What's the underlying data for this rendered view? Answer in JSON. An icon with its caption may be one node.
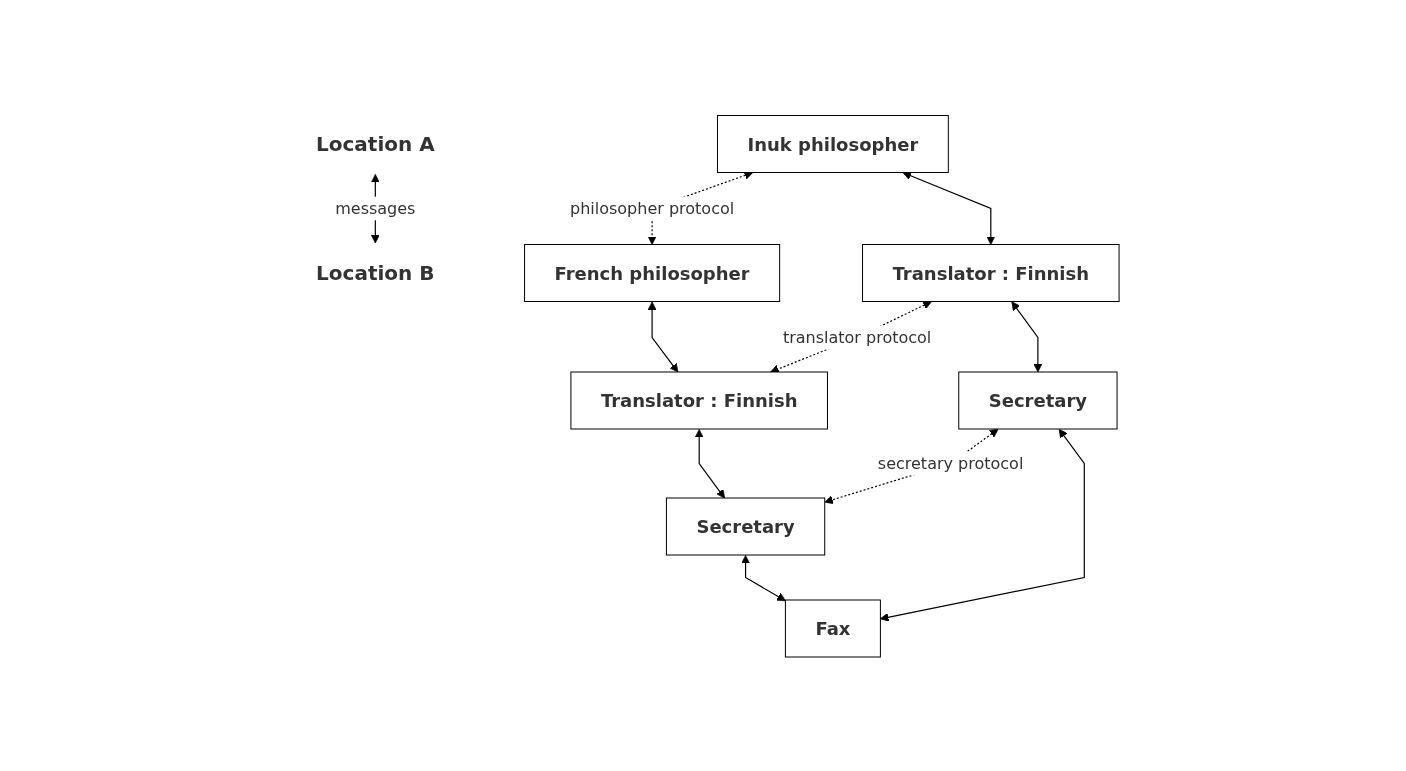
{
  "diagram": {
    "nodes": [
      {
        "text": [
          "Location A"
        ]
      },
      {
        "text": [
          "Location B"
        ]
      },
      {
        "text": [
          "Inuk philosopher"
        ]
      },
      {
        "text": [
          "French philosopher"
        ]
      },
      {
        "text": [
          "Translator : Finnish"
        ]
      },
      {
        "text": [
          "Translator : Finnish"
        ]
      },
      {
        "text": [
          "Secretary"
        ]
      },
      {
        "text": [
          "Secretary"
        ]
      },
      {
        "text": [
          "Fax"
        ]
      }
    ],
    "edges": [
      {
        "from": 0,
        "to": 1,
        "arrow": "both",
        "label": "messages"
      },
      {
        "from": 2,
        "to": 3,
        "arrow": "both",
        "label": "philosopher protocol",
        "style": "dashed"
      },
      {
        "from": 2,
        "to": 4,
        "arrow": "both"
      },
      {
        "from": 3,
        "to": 5,
        "arrow": "both"
      },
      {
        "from": 4,
        "to": 5,
        "arrow": "both",
        "label": "translator protocol",
        "style": "dashed"
      },
      {
        "from": 4,
        "to": 6,
        "arrow": "both"
      },
      {
        "from": 5,
        "to": 7,
        "arrow": "both"
      },
      {
        "from": 6,
        "to": 7,
        "arrow": "both",
        "label": "secretary protocol",
        "style": "dashed"
      },
      {
        "from": 6,
        "to": 8,
        "arrow": "both"
      },
      {
        "from": 7,
        "to": 8,
        "arrow": "both"
      }
    ]
  }
}
